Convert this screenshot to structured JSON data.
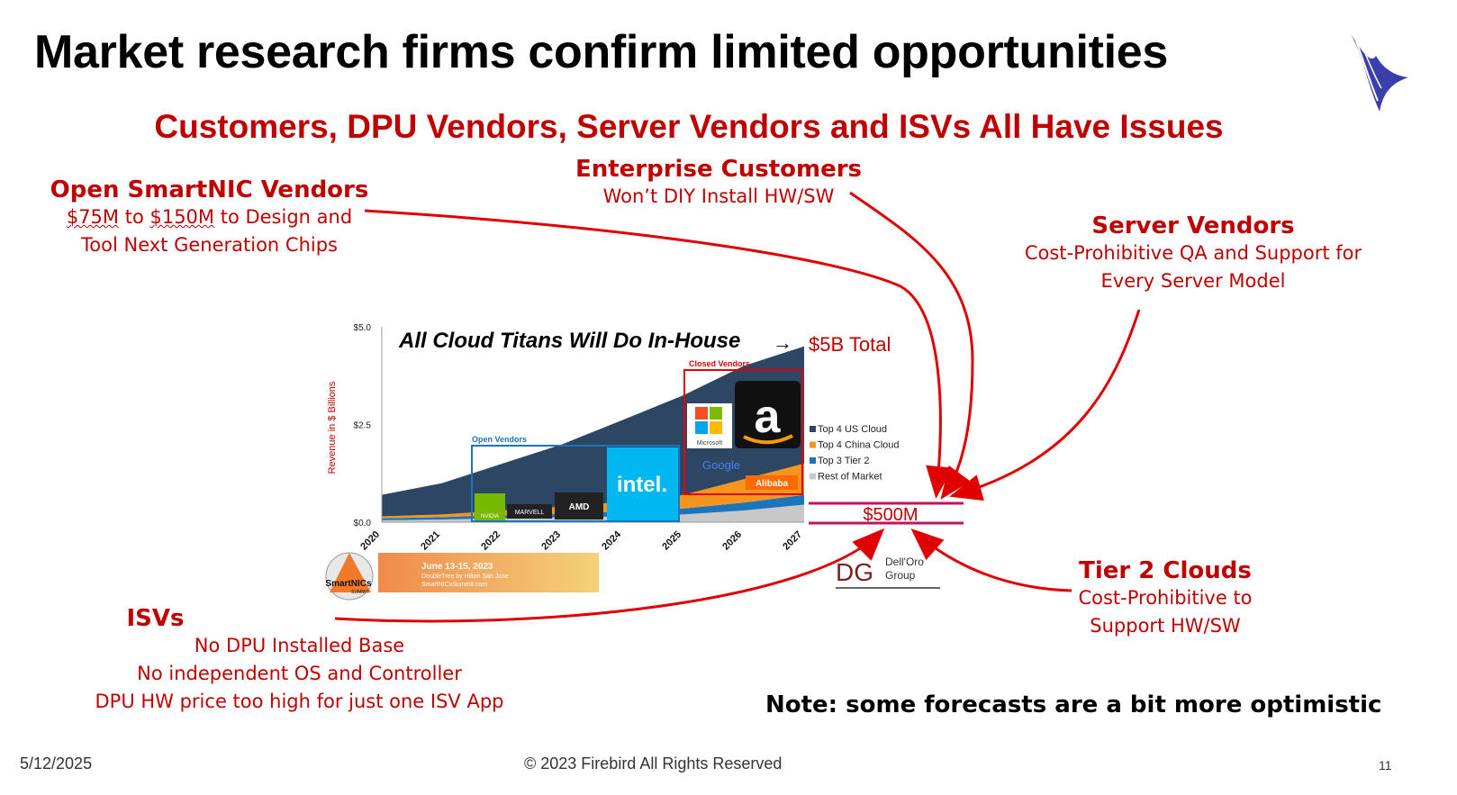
{
  "slide": {
    "title": "Market research firms confirm limited opportunities",
    "subtitle": "Customers, DPU Vendors, Server Vendors and ISVs All Have Issues",
    "note": "Note: some forecasts are a bit more optimistic",
    "date": "5/12/2025",
    "copyright": "© 2023 Firebird All Rights Reserved",
    "page_number": "11"
  },
  "callouts": {
    "open_smartnic": {
      "heading": "Open SmartNIC Vendors",
      "line1_a": "$75M",
      "line1_b": " to ",
      "line1_c": "$150M",
      "line1_d": " to Design and",
      "line2": "Tool Next Generation Chips"
    },
    "enterprise": {
      "heading": "Enterprise Customers",
      "line1": "Won’t DIY Install HW/SW"
    },
    "server_vendors": {
      "heading": "Server Vendors",
      "line1": "Cost-Prohibitive QA and Support for",
      "line2": "Every Server Model"
    },
    "tier2": {
      "heading": "Tier 2 Clouds",
      "line1": "Cost-Prohibitive to",
      "line2": "Support HW/SW"
    },
    "isvs": {
      "heading": "ISVs",
      "line1": "No DPU Installed Base",
      "line2": "No independent OS and Controller",
      "line3": "DPU HW price too high for just one ISV App"
    }
  },
  "chart_annotations": {
    "cloud_titans": "All Cloud Titans Will Do In-House",
    "arrow": "→",
    "total": "$5B Total",
    "market_500m": "$500M",
    "open_vendors": "Open Vendors",
    "closed_vendors": "Closed Vendors",
    "logos": {
      "nvidia": "NVIDIA",
      "marvell": "MARVELL",
      "amd": "AMD",
      "intel": "intel.",
      "microsoft": "Microsoft",
      "google": "Google",
      "amazon": "a",
      "alibaba": "Alibaba"
    },
    "event_banner": {
      "brand": "SmartNICs",
      "brand_sub": "SUMMIT",
      "line1": "June 13-15, 2023",
      "line2": "DoubleTree by Hilton San Jose",
      "line3": "SmartNICsSummit.com"
    },
    "delloro": {
      "mark": "DG",
      "line1": "Dell'Oro",
      "line2": "Group"
    }
  },
  "colors": {
    "accent_red": "#c00000",
    "top4_us": "#2d4663",
    "top4_china": "#f7941d",
    "top3_tier2": "#1b75bb",
    "rest": "#c8c8c8",
    "band": "#c0145c"
  },
  "chart_data": {
    "type": "area",
    "stacked": true,
    "x": [
      "2020",
      "2021",
      "2022",
      "2023",
      "2024",
      "2025",
      "2026",
      "2027"
    ],
    "ylabel": "Revenue in $ Billions",
    "ylim": [
      0,
      5
    ],
    "yticks": [
      "$0.0",
      "$2.5",
      "$5.0"
    ],
    "legend_position": "right",
    "series": [
      {
        "name": "Rest of Market",
        "values": [
          0.05,
          0.07,
          0.1,
          0.12,
          0.15,
          0.2,
          0.3,
          0.45
        ]
      },
      {
        "name": "Top 3 Tier 2",
        "values": [
          0.05,
          0.06,
          0.08,
          0.1,
          0.12,
          0.15,
          0.2,
          0.25
        ]
      },
      {
        "name": "Top 4 China Cloud",
        "values": [
          0.05,
          0.07,
          0.12,
          0.18,
          0.25,
          0.35,
          0.6,
          0.8
        ]
      },
      {
        "name": "Top 4 US Cloud",
        "values": [
          0.55,
          0.8,
          1.2,
          1.6,
          2.1,
          2.55,
          2.9,
          3.0
        ]
      }
    ]
  }
}
